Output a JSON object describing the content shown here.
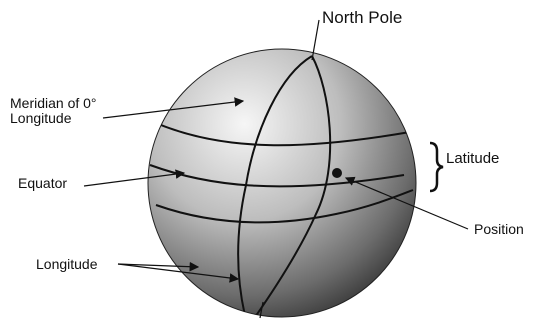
{
  "labels": {
    "north_pole": "North Pole",
    "meridian": "Meridian of 0° Longitude",
    "equator": "Equator",
    "latitude": "Latitude",
    "position": "Position",
    "longitude": "Longitude"
  },
  "colors": {
    "sphere_light": "#f4f4f4",
    "sphere_dark": "#3a3a3a",
    "line": "#111111"
  }
}
